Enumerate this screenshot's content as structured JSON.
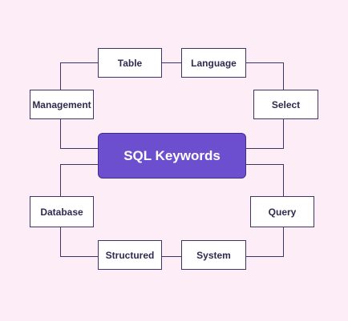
{
  "diagram": {
    "center_label": "SQL Keywords",
    "nodes": {
      "table": "Table",
      "language": "Language",
      "management": "Management",
      "select": "Select",
      "database": "Database",
      "query": "Query",
      "structured": "Structured",
      "system": "System"
    }
  },
  "colors": {
    "background": "#fdedf6",
    "center_fill": "#6b4fcf",
    "node_border": "#3d3566",
    "connector": "#3d3566"
  }
}
